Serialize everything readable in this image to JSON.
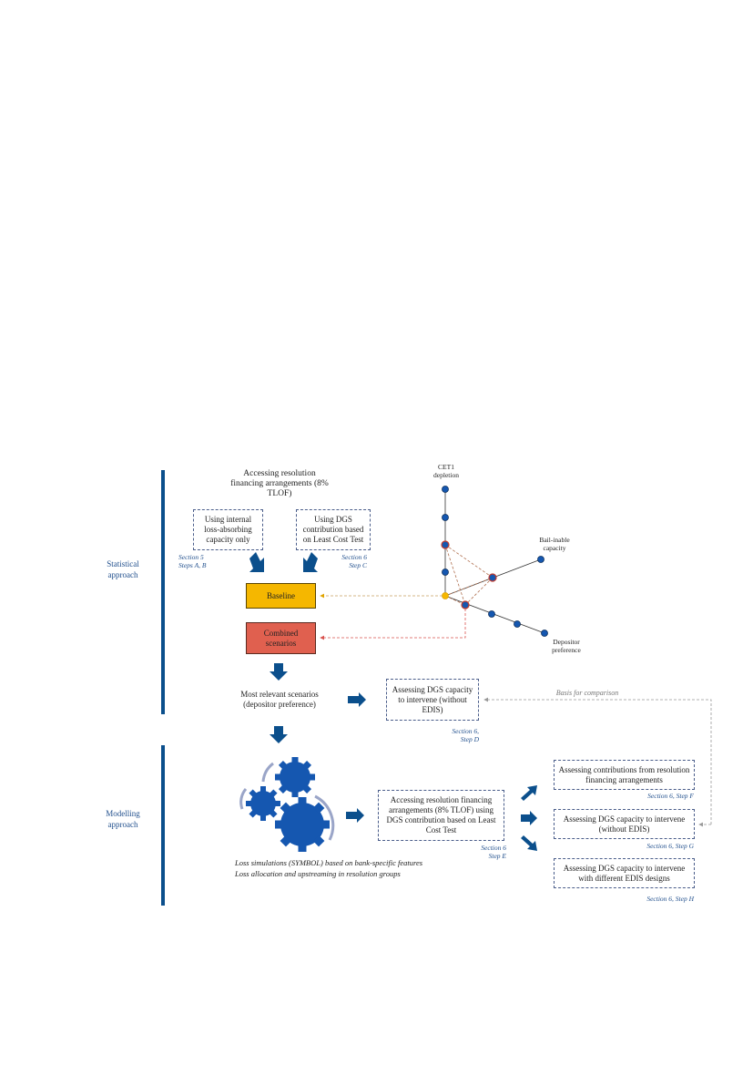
{
  "sections": {
    "statistical": "Statistical\napproach",
    "modelling": "Modelling\napproach"
  },
  "stat": {
    "title": "Accessing resolution financing arrangements (8% TLOF)",
    "box_internal": "Using internal loss-absorbing capacity only",
    "ref_internal": "Section 5\nSteps A, B",
    "box_dgs": "Using DGS contribution based on Least Cost Test",
    "ref_dgs": "Section 6\nStep C",
    "baseline": "Baseline",
    "combined": "Combined scenarios",
    "most_relevant": "Most relevant  scenarios (depositor preference)",
    "box_assess_d": "Assessing DGS capacity to intervene (without EDIS)",
    "ref_d": "Section 6,\nStep D",
    "basis": "Basis for comparison"
  },
  "network": {
    "cet1": "CET1 depletion",
    "bail": "Bail-inable capacity",
    "dep": "Depositor preference"
  },
  "model": {
    "box_access_e": "Accessing resolution financing arrangements  (8% TLOF) using DGS contribution based on Least Cost Test",
    "ref_e": "Section 6\nStep E",
    "box_f": "Assessing contributions from resolution financing arrangements",
    "ref_f": "Section 6, Step F",
    "box_g": "Assessing DGS capacity to intervene (without EDIS)",
    "ref_g": "Section 6, Step G",
    "box_h": "Assessing DGS capacity to intervene with different EDIS designs",
    "ref_h": "Section 6, Step H",
    "note1": "Loss simulations (SYMBOL) based on bank-specific features",
    "note2": "Loss allocation and upstreaming in resolution groups"
  },
  "colors": {
    "navy": "#0b4f8c",
    "baseline": "#f5b700",
    "combined": "#e0604f",
    "gear": "#1557b0"
  }
}
